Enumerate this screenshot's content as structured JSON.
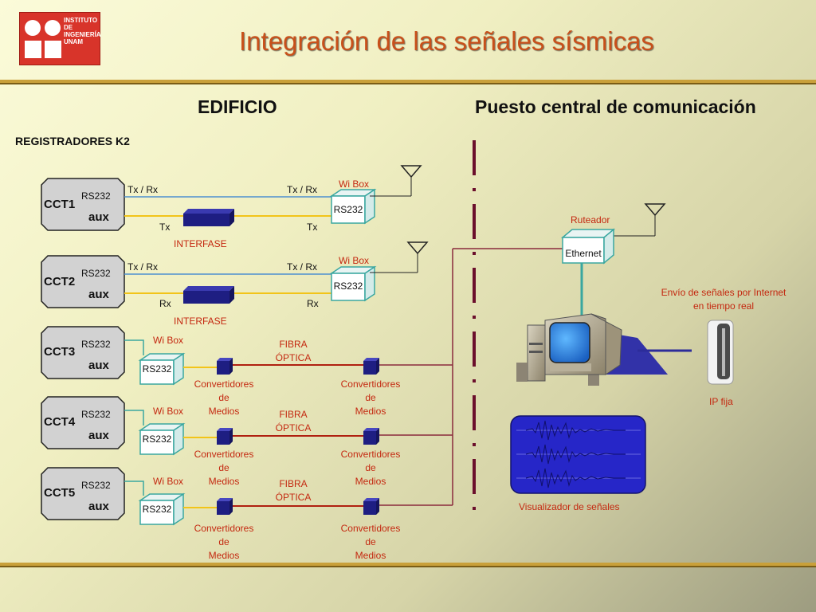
{
  "logo": {
    "text": "INSTITUTO DE INGENIERÍA UNAM"
  },
  "title": "Integración de las señales sísmicas",
  "sections": {
    "left": "EDIFICIO",
    "right": "Puesto central de comunicación"
  },
  "registradores": "REGISTRADORES K2",
  "cct": [
    {
      "name": "CCT1",
      "rs": "RS232",
      "aux": "aux"
    },
    {
      "name": "CCT2",
      "rs": "RS232",
      "aux": "aux"
    },
    {
      "name": "CCT3",
      "rs": "RS232",
      "aux": "aux"
    },
    {
      "name": "CCT4",
      "rs": "RS232",
      "aux": "aux"
    },
    {
      "name": "CCT5",
      "rs": "RS232",
      "aux": "aux"
    }
  ],
  "link1": {
    "txrx_left": "Tx / Rx",
    "txrx_right": "Tx / Rx",
    "bottom_left": "Tx",
    "bottom_right": "Tx",
    "interfase": "INTERFASE",
    "wibox": "Wi Box",
    "rs": "RS232"
  },
  "link2": {
    "txrx_left": "Tx / Rx",
    "txrx_right": "Tx / Rx",
    "bottom_left": "Rx",
    "bottom_right": "Rx",
    "interfase": "INTERFASE",
    "wibox": "Wi Box",
    "rs": "RS232"
  },
  "fiber_links": [
    {
      "wibox": "Wi Box",
      "rs": "RS232",
      "fibra": "FIBRA",
      "optica": "ÓPTICA",
      "conv_left": [
        "Convertidores",
        "de",
        "Medios"
      ],
      "conv_right": [
        "Convertidores",
        "de",
        "Medios"
      ]
    },
    {
      "wibox": "Wi Box",
      "rs": "RS232",
      "fibra": "FIBRA",
      "optica": "ÓPTICA",
      "conv_left": [
        "Convertidores",
        "de",
        "Medios"
      ],
      "conv_right": [
        "Convertidores",
        "de",
        "Medios"
      ]
    },
    {
      "wibox": "Wi Box",
      "rs": "RS232",
      "fibra": "FIBRA",
      "optica": "ÓPTICA",
      "conv_left": [
        "Convertidores",
        "de",
        "Medios"
      ],
      "conv_right": [
        "Convertidores",
        "de",
        "Medios"
      ]
    }
  ],
  "router": {
    "label": "Ruteador",
    "box": "Ethernet"
  },
  "internet": {
    "line1": "Envío de señales por Internet",
    "line2": "en tiempo real"
  },
  "ip_fija": "IP fija",
  "visualizador": "Visualizador de señales",
  "colors": {
    "title": "#c8501a",
    "red_label": "#c42810",
    "txrx_line": "#4d8fd0",
    "yellow_line": "#f2c419",
    "fiber_line": "#b02010",
    "separator": "#6b0f2c",
    "box_stroke": "#3aa7a0",
    "device_blue": "#2c2c9a"
  }
}
